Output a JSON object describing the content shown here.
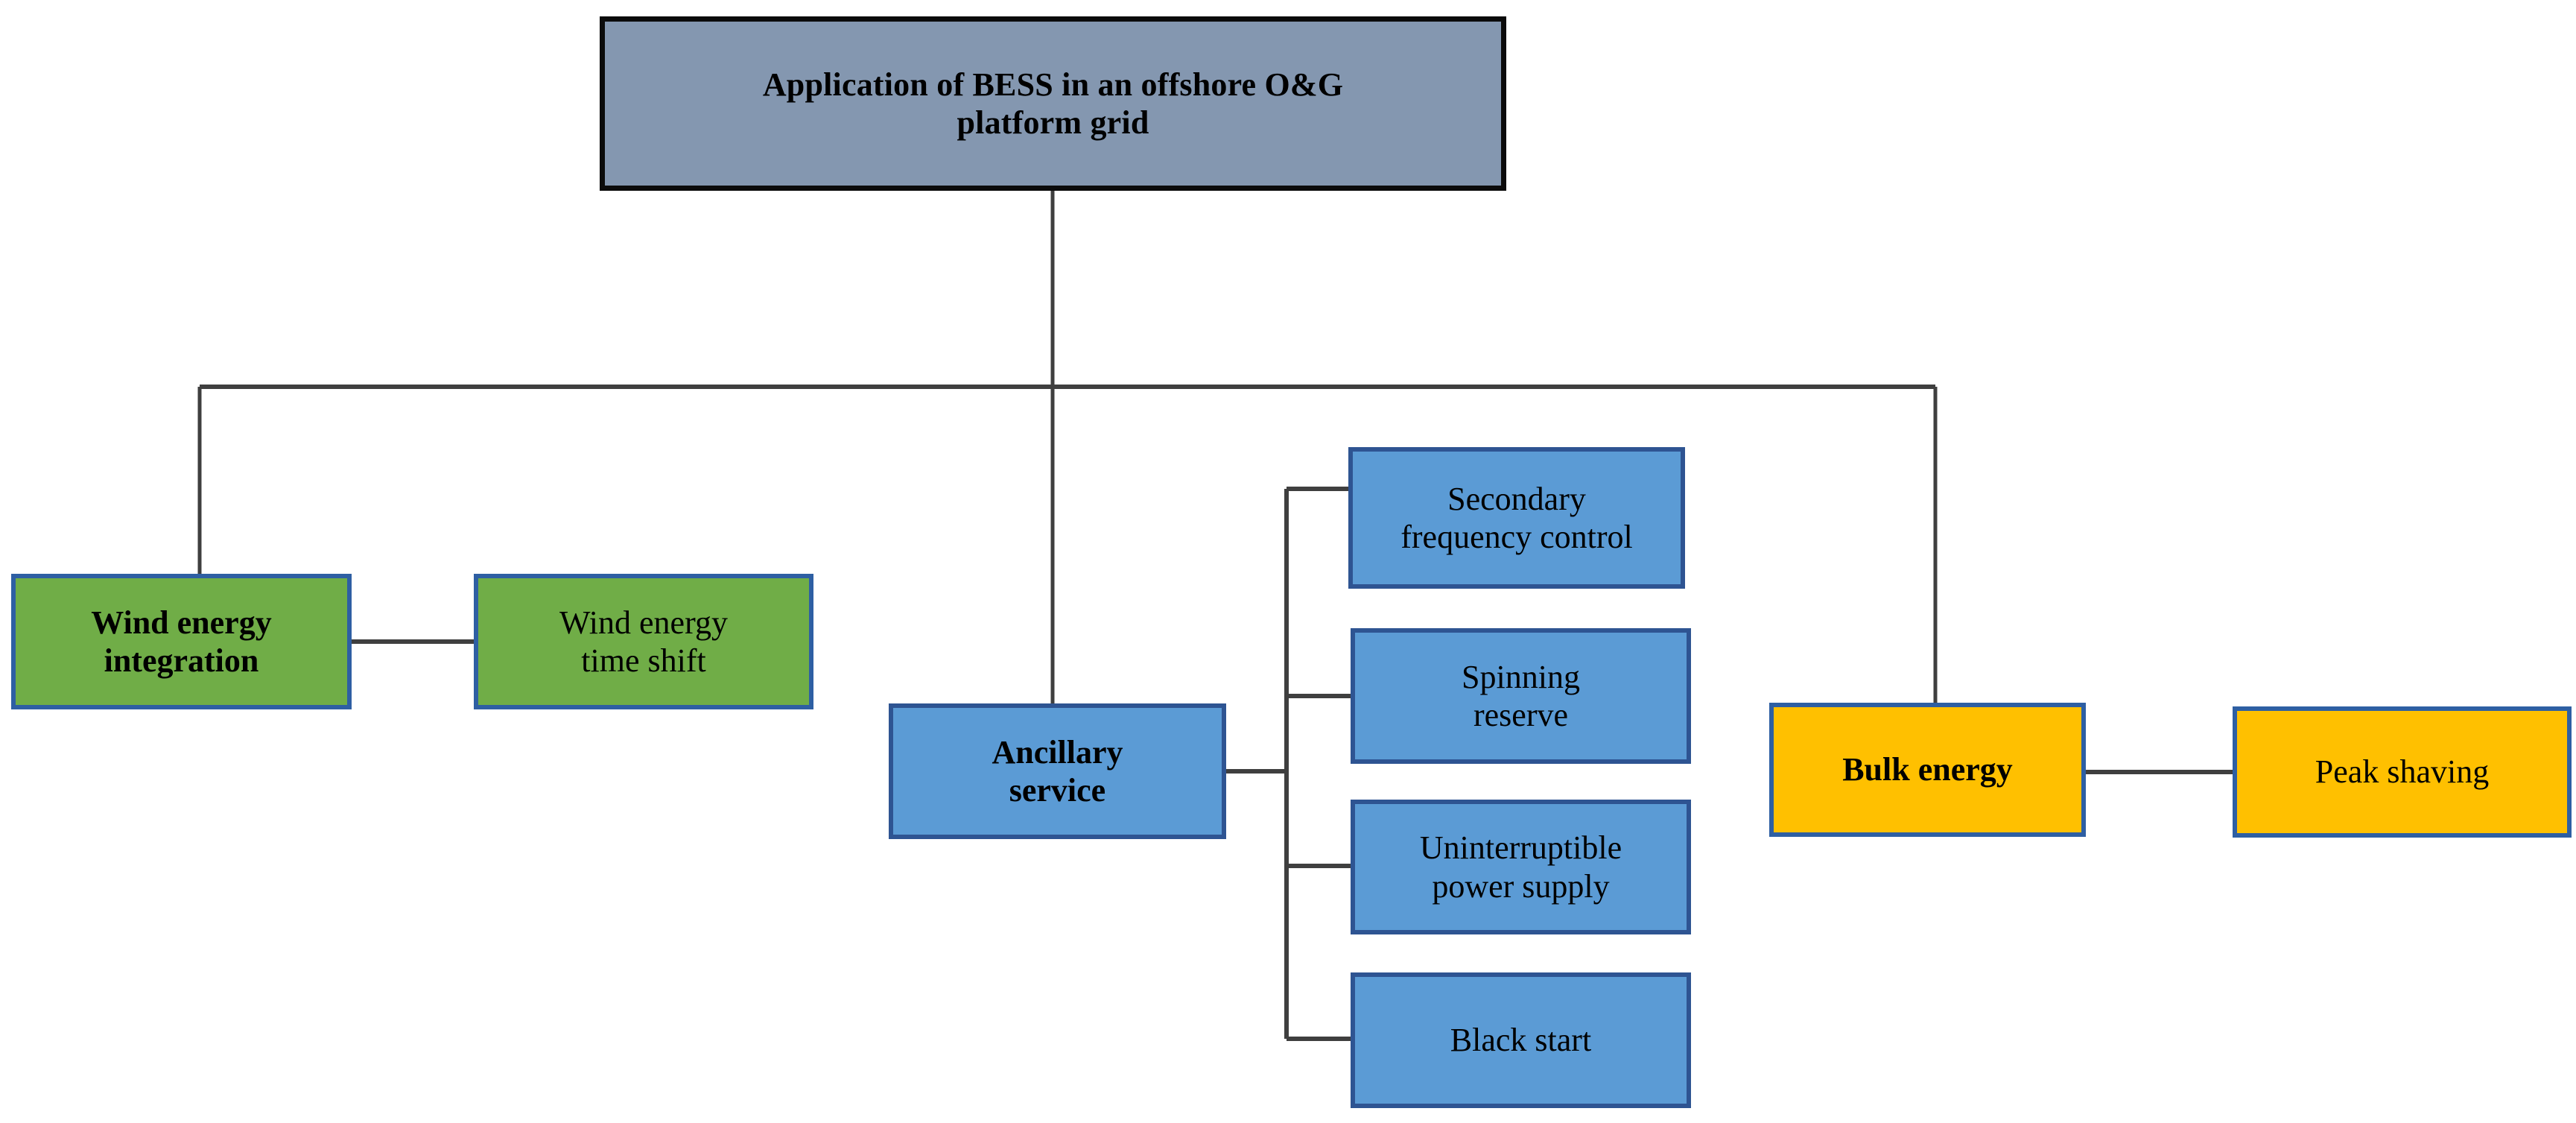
{
  "diagram": {
    "title": "Application of BESS in an offshore O&G platform grid",
    "type": "hierarchy-tree",
    "colors": {
      "root_fill": "#8497B0",
      "root_border": "#0b0b0b",
      "green_fill": "#70AD47",
      "blue_fill": "#5B9BD5",
      "orange_fill": "#FFC000",
      "node_border_blue": "#2E5FA3",
      "connector": "#3f3f3f",
      "background": "#FFFFFF",
      "text": "#000000"
    },
    "nodes": {
      "root": {
        "label": "Application of BESS in an offshore O&G\nplatform grid",
        "style": "root",
        "bold": true
      },
      "wind_energy_integration": {
        "label": "Wind energy\nintegration",
        "style": "green",
        "bold": true
      },
      "wind_energy_time_shift": {
        "label": "Wind energy\ntime shift",
        "style": "green",
        "bold": false
      },
      "ancillary_service": {
        "label": "Ancillary\nservice",
        "style": "blue",
        "bold": true
      },
      "secondary_frequency_control": {
        "label": "Secondary\nfrequency control",
        "style": "blue",
        "bold": false
      },
      "spinning_reserve": {
        "label": "Spinning\nreserve",
        "style": "blue",
        "bold": false
      },
      "uninterruptible_power_supply": {
        "label": "Uninterruptible\npower supply",
        "style": "blue",
        "bold": false
      },
      "black_start": {
        "label": "Black start",
        "style": "blue",
        "bold": false
      },
      "bulk_energy": {
        "label": "Bulk energy",
        "style": "orange",
        "bold": true
      },
      "peak_shaving": {
        "label": "Peak shaving",
        "style": "orange",
        "bold": false
      }
    },
    "edges": [
      {
        "from": "root",
        "to": "wind_energy_integration"
      },
      {
        "from": "root",
        "to": "ancillary_service"
      },
      {
        "from": "root",
        "to": "bulk_energy"
      },
      {
        "from": "wind_energy_integration",
        "to": "wind_energy_time_shift"
      },
      {
        "from": "ancillary_service",
        "to": "secondary_frequency_control"
      },
      {
        "from": "ancillary_service",
        "to": "spinning_reserve"
      },
      {
        "from": "ancillary_service",
        "to": "uninterruptible_power_supply"
      },
      {
        "from": "ancillary_service",
        "to": "black_start"
      },
      {
        "from": "bulk_energy",
        "to": "peak_shaving"
      }
    ]
  }
}
